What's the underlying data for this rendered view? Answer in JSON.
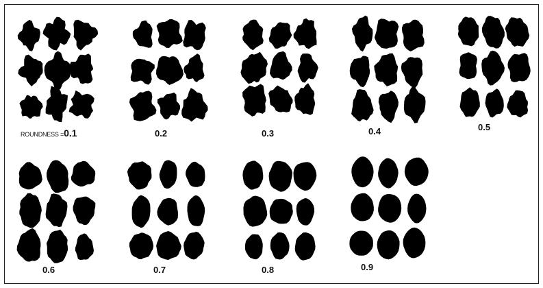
{
  "figure": {
    "caption_prefix": "ROUNDNESS =",
    "sets": [
      {
        "label": "0.1",
        "roundness": 0.1
      },
      {
        "label": "0.2",
        "roundness": 0.2
      },
      {
        "label": "0.3",
        "roundness": 0.3
      },
      {
        "label": "0.4",
        "roundness": 0.4
      },
      {
        "label": "0.5",
        "roundness": 0.5
      },
      {
        "label": "0.6",
        "roundness": 0.6
      },
      {
        "label": "0.7",
        "roundness": 0.7
      },
      {
        "label": "0.8",
        "roundness": 0.8
      },
      {
        "label": "0.9",
        "roundness": 0.9
      }
    ],
    "grain_color": "#000000",
    "frame_color": "#222222"
  }
}
